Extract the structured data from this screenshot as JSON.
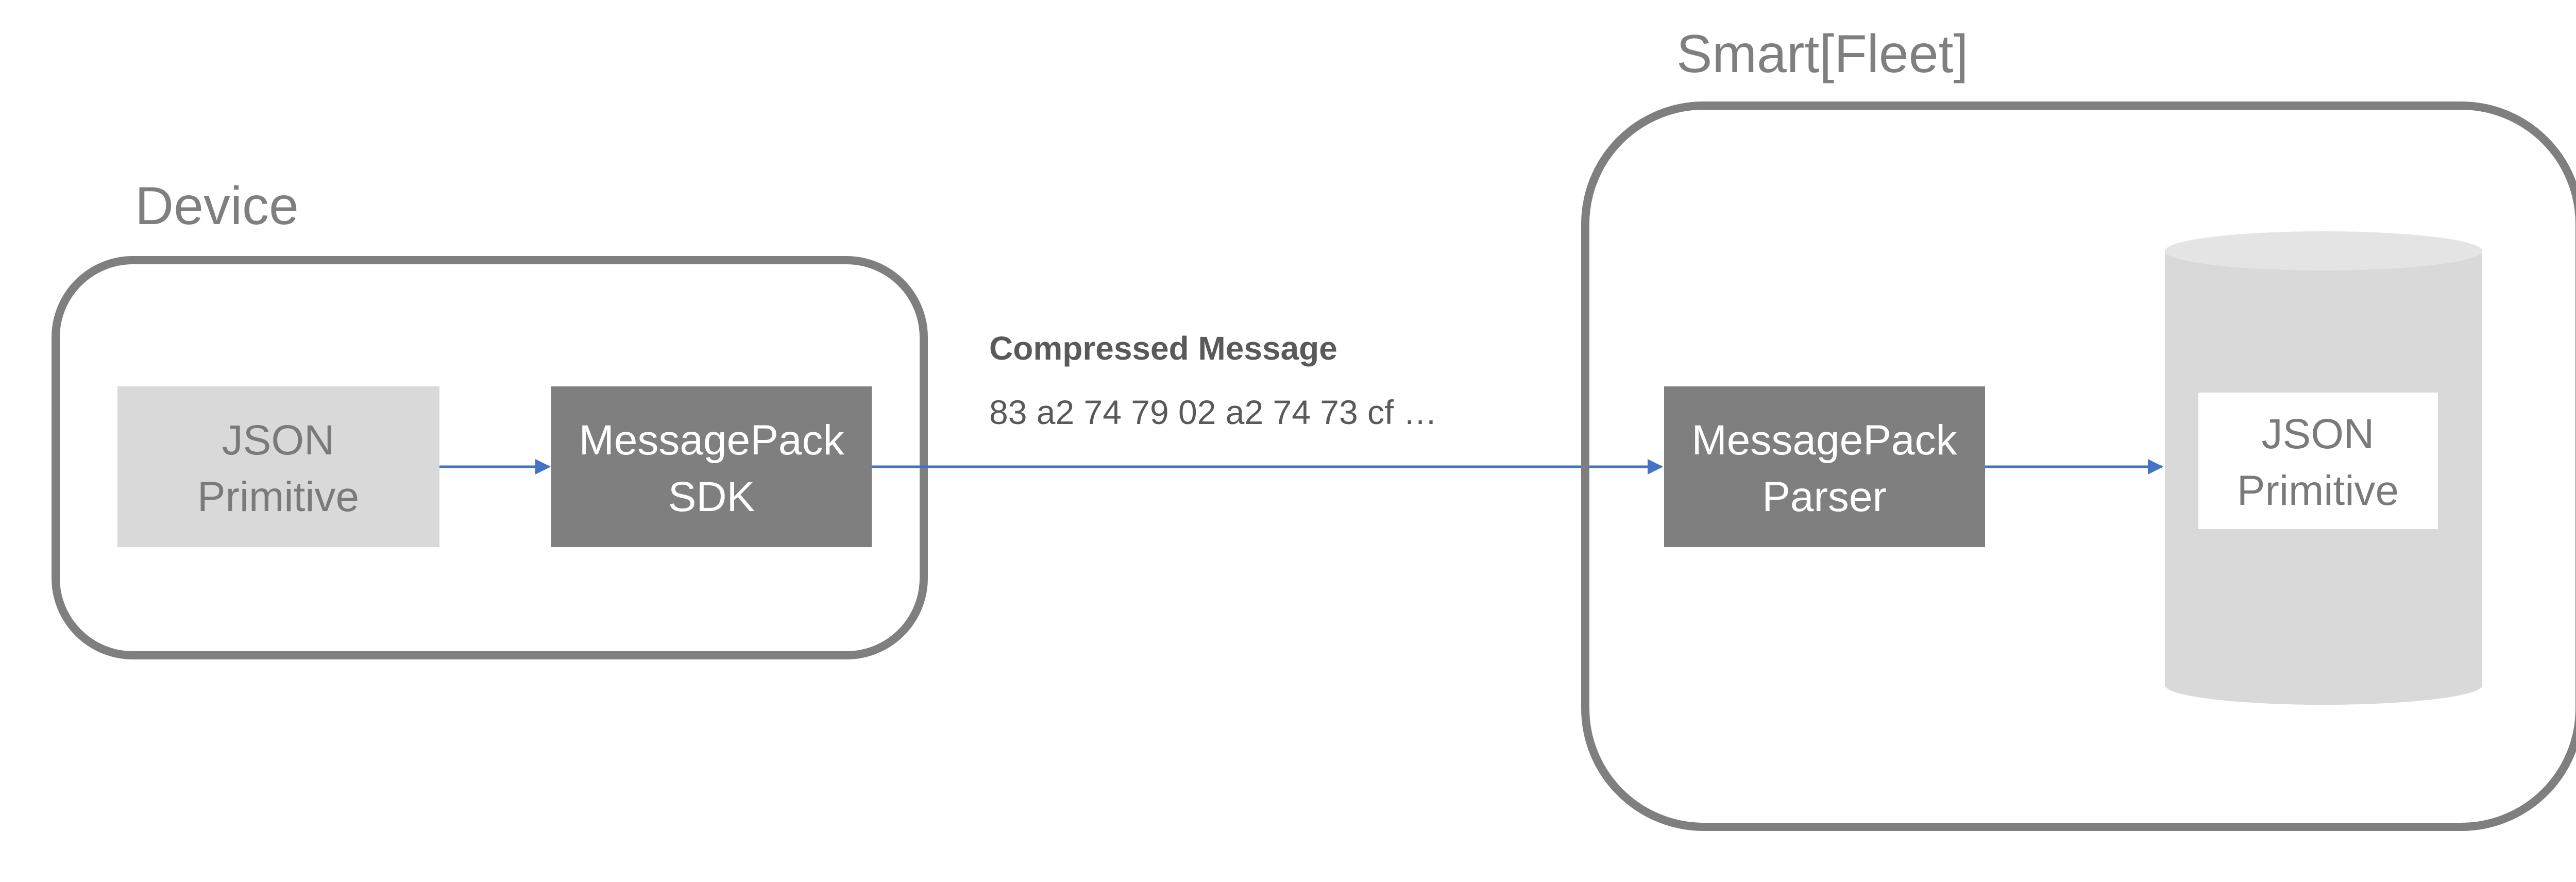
{
  "device": {
    "title": "Device",
    "source_box": {
      "line1": "JSON",
      "line2": "Primitive"
    },
    "sdk_box": {
      "line1": "MessagePack",
      "line2": "SDK"
    }
  },
  "message": {
    "title": "Compressed Message",
    "hex": "83 a2 74 79 02 a2 74 73 cf …"
  },
  "fleet": {
    "title": "Smart[Fleet]",
    "parser_box": {
      "line1": "MessagePack",
      "line2": "Parser"
    },
    "store_box": {
      "line1": "JSON",
      "line2": "Primitive"
    }
  },
  "colors": {
    "container_border": "#7f7f7f",
    "light_box": "#d9d9d9",
    "dark_box": "#7f7f7f",
    "arrow": "#4472c4",
    "database": "#d9d9d9",
    "database_top": "#e4e4e4"
  }
}
